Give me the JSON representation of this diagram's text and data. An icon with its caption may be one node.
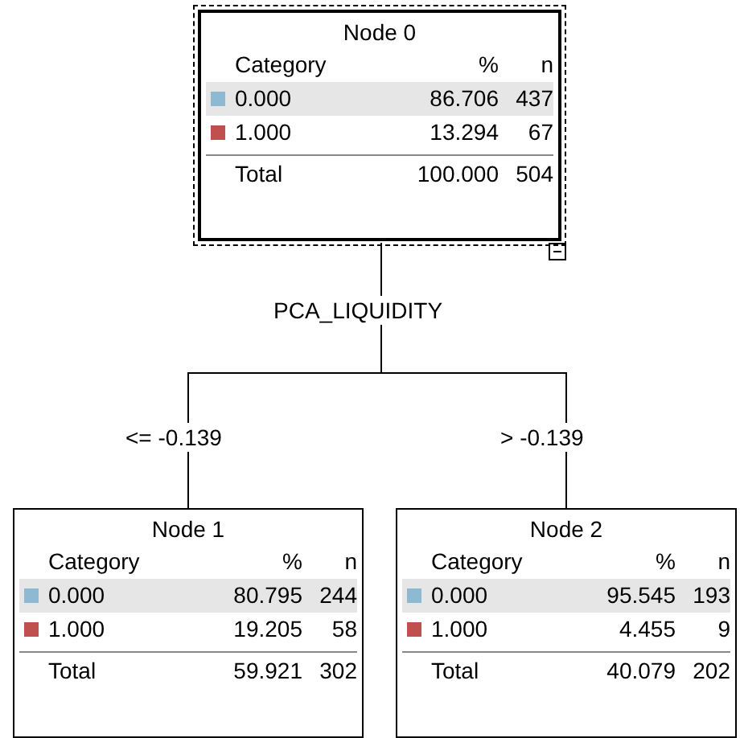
{
  "diagram": {
    "nodes": [
      {
        "text": [
          "Node 0",
          "Category",
          "%",
          "n",
          "0.000",
          "86.706",
          "437",
          "1.000",
          "13.294",
          "67",
          "Total",
          "100.000",
          "504"
        ]
      },
      {
        "text": [
          "Node 1",
          "Category",
          "%",
          "n",
          "0.000",
          "80.795",
          "244",
          "1.000",
          "19.205",
          "58",
          "Total",
          "59.921",
          "302"
        ]
      },
      {
        "text": [
          "Node 2",
          "Category",
          "%",
          "n",
          "0.000",
          "95.545",
          "193",
          "1.000",
          "4.455",
          "9",
          "Total",
          "40.079",
          "202"
        ]
      }
    ],
    "edges": [
      {
        "from": 0,
        "to": 1,
        "arrow": "none",
        "label": "<= -0.139"
      },
      {
        "from": 0,
        "to": 2,
        "arrow": "none",
        "label": "> -0.139"
      }
    ],
    "labels": [
      "PCA_LIQUIDITY"
    ]
  }
}
